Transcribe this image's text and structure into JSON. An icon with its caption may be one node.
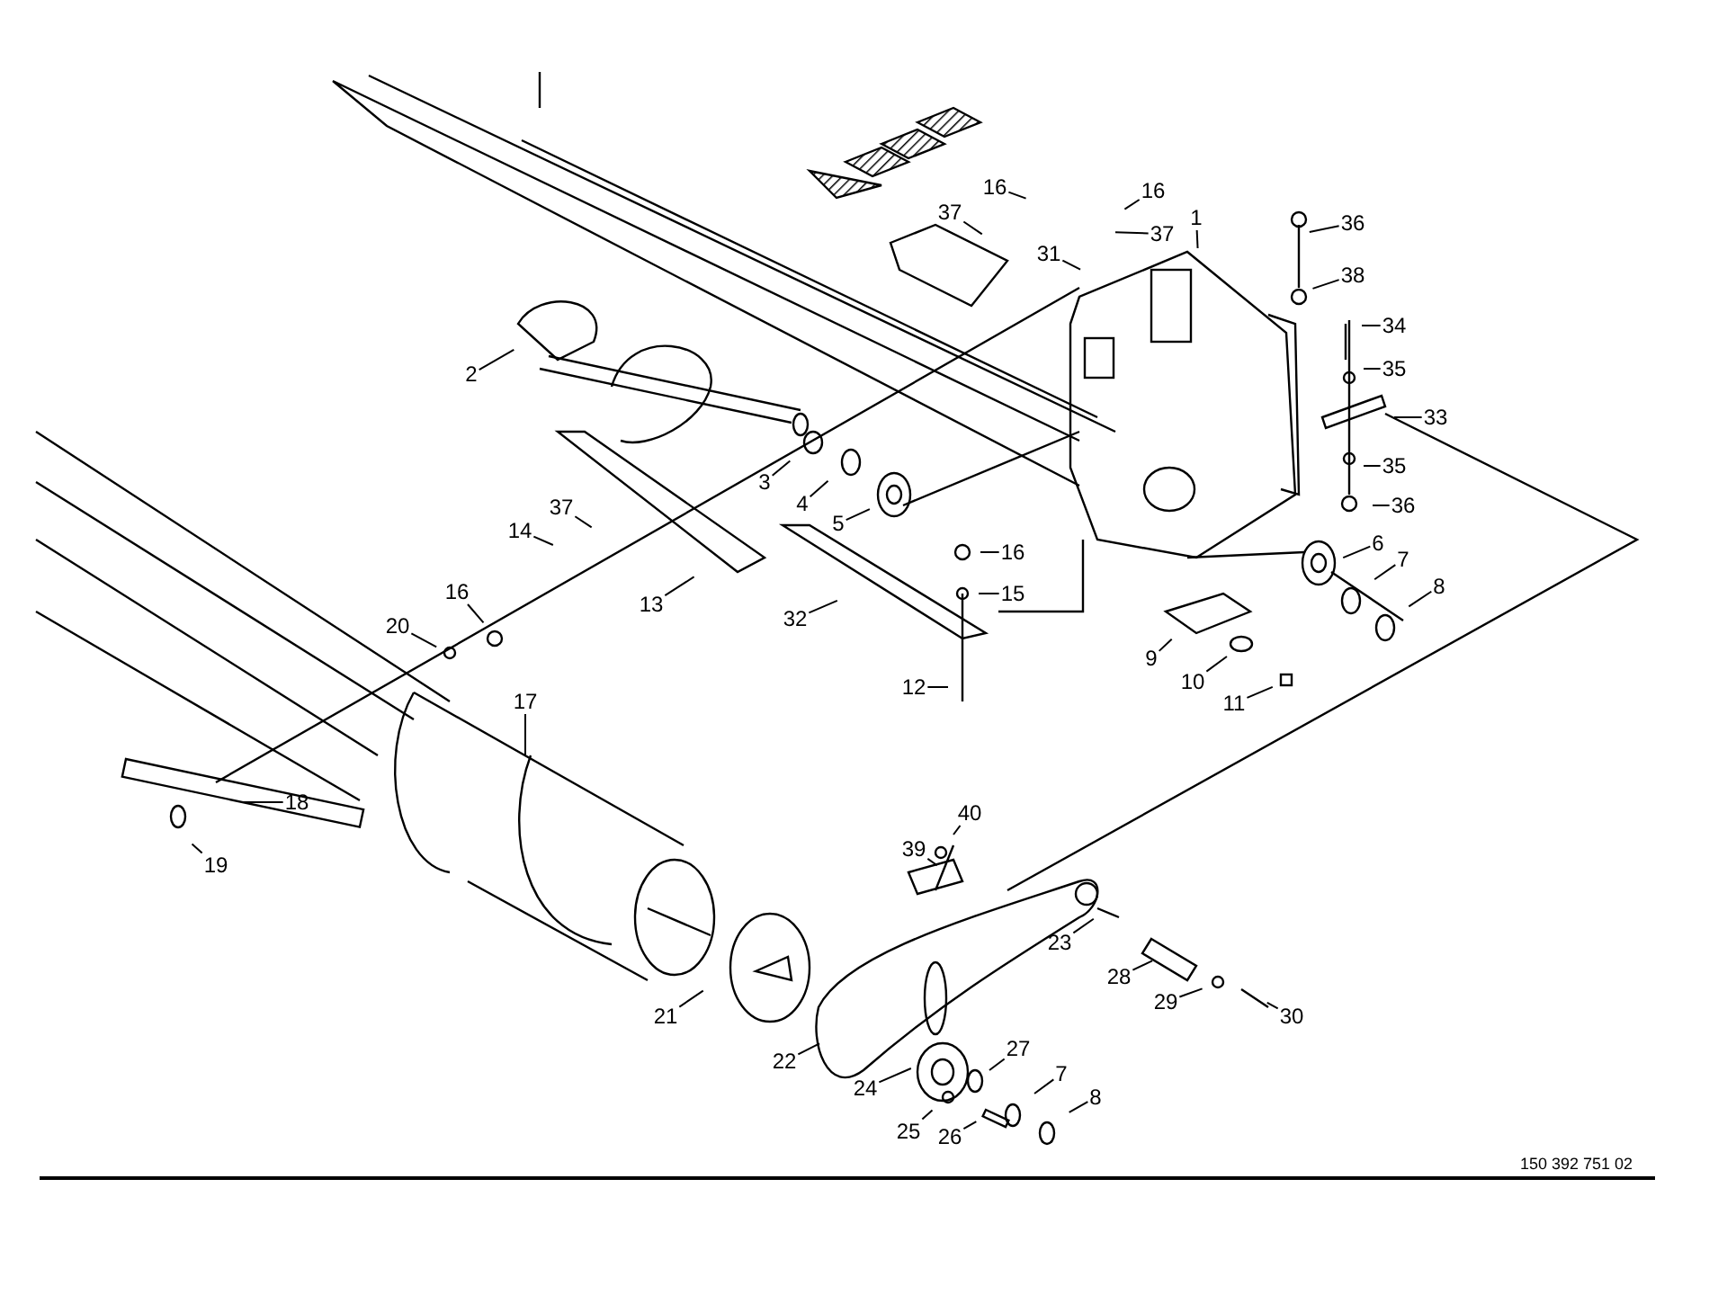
{
  "diagram": {
    "nodes": [
      {
        "text": [
          "16"
        ]
      },
      {
        "text": [
          "16"
        ]
      },
      {
        "text": [
          "37"
        ]
      },
      {
        "text": [
          "37"
        ]
      },
      {
        "text": [
          "31"
        ]
      },
      {
        "text": [
          "1"
        ]
      },
      {
        "text": [
          "36"
        ]
      },
      {
        "text": [
          "38"
        ]
      },
      {
        "text": [
          "34"
        ]
      },
      {
        "text": [
          "35"
        ]
      },
      {
        "text": [
          "33"
        ]
      },
      {
        "text": [
          "35"
        ]
      },
      {
        "text": [
          "36"
        ]
      },
      {
        "text": [
          "2"
        ]
      },
      {
        "text": [
          "3"
        ]
      },
      {
        "text": [
          "4"
        ]
      },
      {
        "text": [
          "5"
        ]
      },
      {
        "text": [
          "6"
        ]
      },
      {
        "text": [
          "7"
        ]
      },
      {
        "text": [
          "8"
        ]
      },
      {
        "text": [
          "37"
        ]
      },
      {
        "text": [
          "14"
        ]
      },
      {
        "text": [
          "13"
        ]
      },
      {
        "text": [
          "16"
        ]
      },
      {
        "text": [
          "15"
        ]
      },
      {
        "text": [
          "32"
        ]
      },
      {
        "text": [
          "16"
        ]
      },
      {
        "text": [
          "20"
        ]
      },
      {
        "text": [
          "9"
        ]
      },
      {
        "text": [
          "10"
        ]
      },
      {
        "text": [
          "11"
        ]
      },
      {
        "text": [
          "12"
        ]
      },
      {
        "text": [
          "17"
        ]
      },
      {
        "text": [
          "18"
        ]
      },
      {
        "text": [
          "19"
        ]
      },
      {
        "text": [
          "40"
        ]
      },
      {
        "text": [
          "39"
        ]
      },
      {
        "text": [
          "23"
        ]
      },
      {
        "text": [
          "28"
        ]
      },
      {
        "text": [
          "29"
        ]
      },
      {
        "text": [
          "30"
        ]
      },
      {
        "text": [
          "21"
        ]
      },
      {
        "text": [
          "22"
        ]
      },
      {
        "text": [
          "24"
        ]
      },
      {
        "text": [
          "27"
        ]
      },
      {
        "text": [
          "7"
        ]
      },
      {
        "text": [
          "8"
        ]
      },
      {
        "text": [
          "25"
        ]
      },
      {
        "text": [
          "26"
        ]
      }
    ],
    "edges": [
      {
        "from": 0,
        "to": null,
        "arrow": "none"
      },
      {
        "from": 1,
        "to": null,
        "arrow": "none"
      },
      {
        "from": 2,
        "to": null,
        "arrow": "none"
      },
      {
        "from": 3,
        "to": null,
        "arrow": "none"
      },
      {
        "from": 4,
        "to": null,
        "arrow": "none"
      },
      {
        "from": 5,
        "to": null,
        "arrow": "none"
      },
      {
        "from": 6,
        "to": null,
        "arrow": "none"
      },
      {
        "from": 7,
        "to": null,
        "arrow": "none"
      },
      {
        "from": 8,
        "to": null,
        "arrow": "none"
      },
      {
        "from": 9,
        "to": null,
        "arrow": "none"
      },
      {
        "from": 10,
        "to": null,
        "arrow": "none"
      },
      {
        "from": 11,
        "to": null,
        "arrow": "none"
      },
      {
        "from": 12,
        "to": null,
        "arrow": "none"
      },
      {
        "from": 13,
        "to": null,
        "arrow": "none"
      },
      {
        "from": 14,
        "to": null,
        "arrow": "none"
      },
      {
        "from": 15,
        "to": null,
        "arrow": "none"
      },
      {
        "from": 16,
        "to": null,
        "arrow": "none"
      },
      {
        "from": 17,
        "to": null,
        "arrow": "none"
      },
      {
        "from": 18,
        "to": null,
        "arrow": "none"
      },
      {
        "from": 19,
        "to": null,
        "arrow": "none"
      },
      {
        "from": 20,
        "to": null,
        "arrow": "none"
      },
      {
        "from": 21,
        "to": null,
        "arrow": "none"
      },
      {
        "from": 22,
        "to": null,
        "arrow": "none"
      },
      {
        "from": 23,
        "to": null,
        "arrow": "none"
      },
      {
        "from": 24,
        "to": null,
        "arrow": "none"
      },
      {
        "from": 25,
        "to": null,
        "arrow": "none"
      },
      {
        "from": 26,
        "to": null,
        "arrow": "none"
      },
      {
        "from": 27,
        "to": null,
        "arrow": "none"
      },
      {
        "from": 28,
        "to": null,
        "arrow": "none"
      },
      {
        "from": 29,
        "to": null,
        "arrow": "none"
      },
      {
        "from": 30,
        "to": null,
        "arrow": "none"
      },
      {
        "from": 31,
        "to": null,
        "arrow": "none"
      },
      {
        "from": 32,
        "to": null,
        "arrow": "none"
      },
      {
        "from": 33,
        "to": null,
        "arrow": "none"
      },
      {
        "from": 34,
        "to": null,
        "arrow": "none"
      },
      {
        "from": 35,
        "to": null,
        "arrow": "none"
      },
      {
        "from": 36,
        "to": null,
        "arrow": "none"
      },
      {
        "from": 37,
        "to": null,
        "arrow": "none"
      },
      {
        "from": 38,
        "to": null,
        "arrow": "none"
      },
      {
        "from": 39,
        "to": null,
        "arrow": "none"
      },
      {
        "from": 40,
        "to": null,
        "arrow": "none"
      },
      {
        "from": 41,
        "to": null,
        "arrow": "none"
      },
      {
        "from": 42,
        "to": null,
        "arrow": "none"
      },
      {
        "from": 43,
        "to": null,
        "arrow": "none"
      },
      {
        "from": 44,
        "to": null,
        "arrow": "none"
      },
      {
        "from": 45,
        "to": null,
        "arrow": "none"
      },
      {
        "from": 46,
        "to": null,
        "arrow": "none"
      },
      {
        "from": 47,
        "to": null,
        "arrow": "none"
      },
      {
        "from": 48,
        "to": null,
        "arrow": "none"
      }
    ],
    "labels": [
      "150 392 751 02"
    ]
  }
}
